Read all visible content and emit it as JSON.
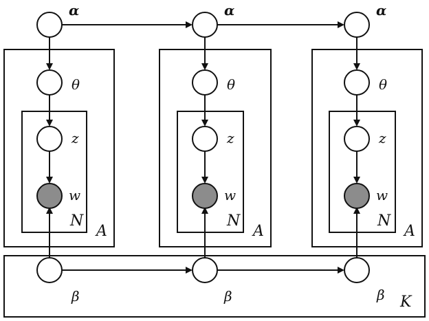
{
  "nodes": {
    "alpha": "α",
    "theta": "θ",
    "z": "z",
    "w": "w",
    "beta": "β"
  },
  "plates": {
    "outer": "K",
    "document": "A",
    "word": "N"
  },
  "colors": {
    "line": "#111111",
    "observed_fill": "#8c8c8c",
    "latent_fill": "#ffffff"
  }
}
